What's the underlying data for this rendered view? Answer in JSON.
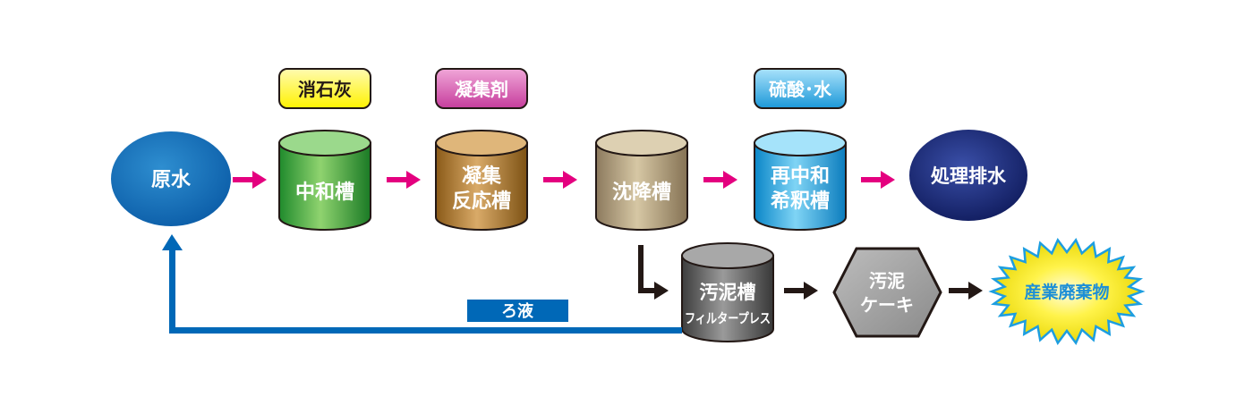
{
  "chemicals": {
    "lime": "消石灰",
    "coagulant": "凝集剤",
    "sulfuric": "硫酸･水"
  },
  "nodes": {
    "raw_water": "原水",
    "neutralization": "中和槽",
    "coag_line1": "凝集",
    "coag_line2": "反応槽",
    "settling": "沈降槽",
    "reneut_line1": "再中和",
    "reneut_line2": "希釈槽",
    "treated": "処理排水",
    "sludge_line1": "汚泥槽",
    "sludge_line2": "フィルタープレス",
    "cake_line1": "汚泥",
    "cake_line2": "ケーキ",
    "waste": "産業廃棄物"
  },
  "filtrate_label": "ろ液",
  "colors": {
    "pink_arrow": "#e4007f",
    "black_arrow": "#231815",
    "blue_return": "#0068b7",
    "chem_lime": "#fff200",
    "chem_coagulant": "#d34aa8",
    "chem_sulfuric": "#29a3e0"
  }
}
